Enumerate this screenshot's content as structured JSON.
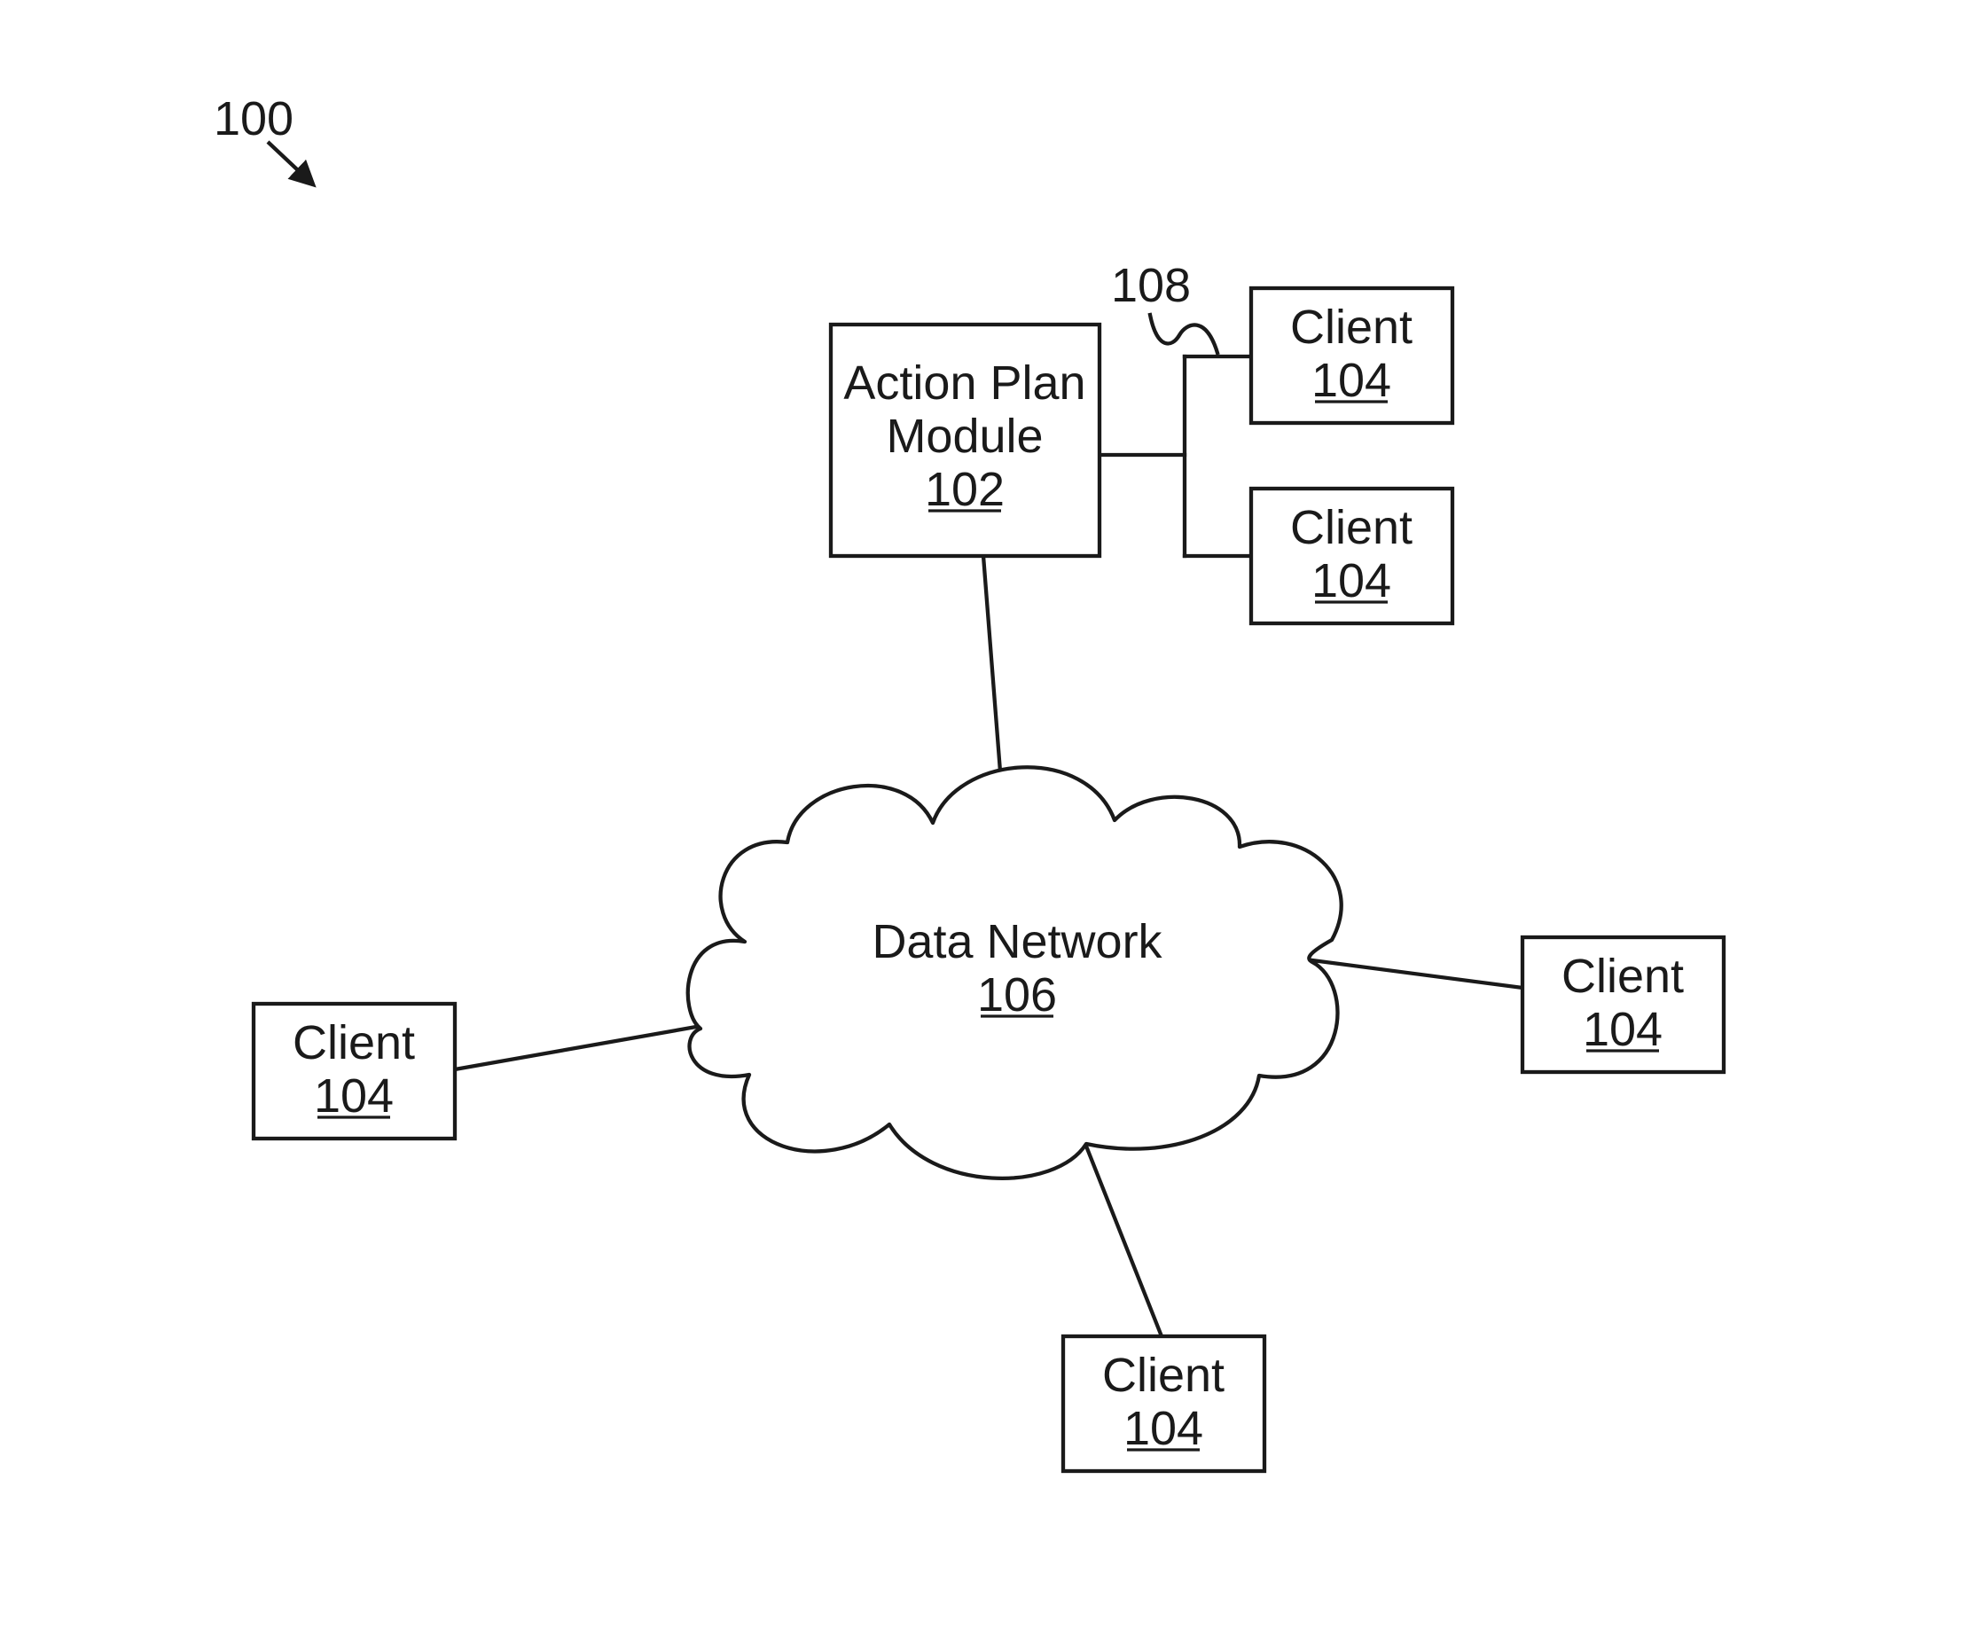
{
  "figure_ref": "100",
  "link_ref": "108",
  "action_plan_module": {
    "line1": "Action Plan",
    "line2": "Module",
    "ref": "102"
  },
  "data_network": {
    "label": "Data Network",
    "ref": "106"
  },
  "clients": [
    {
      "label": "Client",
      "ref": "104"
    },
    {
      "label": "Client",
      "ref": "104"
    },
    {
      "label": "Client",
      "ref": "104"
    },
    {
      "label": "Client",
      "ref": "104"
    },
    {
      "label": "Client",
      "ref": "104"
    }
  ]
}
